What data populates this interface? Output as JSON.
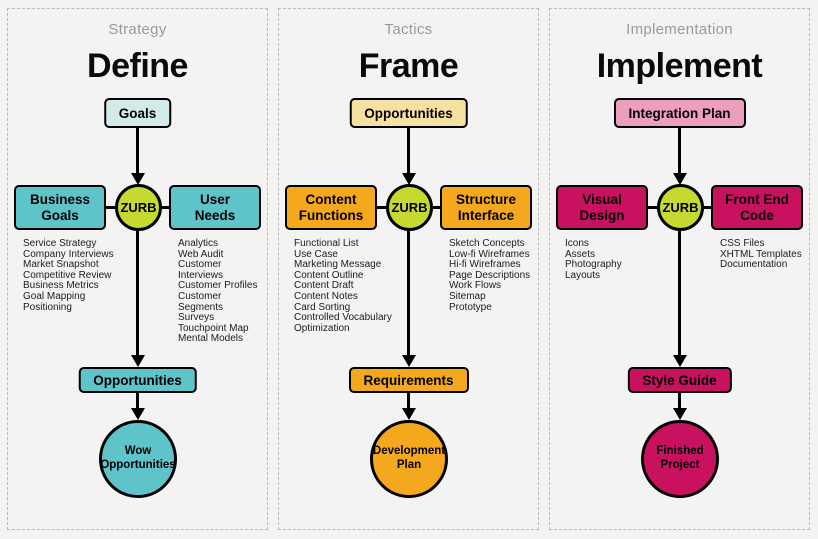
{
  "page": {
    "background_color": "#f3f3f3",
    "panel_border_color": "#b8b8b8",
    "hub_color": "#c5d930"
  },
  "columns": [
    {
      "category": "Strategy",
      "title": "Define",
      "top_box": "Goals",
      "left_box": "Business\nGoals",
      "right_box": "User\nNeeds",
      "hub": "ZURB",
      "left_list": [
        "Service Strategy",
        "Company Interviews",
        "Market Snapshot",
        "Competitive Review",
        "Business Metrics",
        "Goal Mapping",
        "Positioning"
      ],
      "right_list": [
        "Analytics",
        "Web Audit",
        "Customer Interviews",
        "Customer Profiles",
        "Customer Segments",
        "Surveys",
        "Touchpoint Map",
        "Mental Models"
      ],
      "bottom_box": "Opportunities",
      "final_circle": "Wow\nOpportunities",
      "colors": {
        "light": "#d2ebea",
        "main": "#5fc3ca",
        "hub": "#c5d930"
      }
    },
    {
      "category": "Tactics",
      "title": "Frame",
      "top_box": "Opportunities",
      "left_box": "Content\nFunctions",
      "right_box": "Structure\nInterface",
      "hub": "ZURB",
      "left_list": [
        "Functional List",
        "Use Case",
        "Marketing Message",
        "Content Outline",
        "Content Draft",
        "Content Notes",
        "Card Sorting",
        "Controlled Vocabulary",
        "Optimization"
      ],
      "right_list": [
        "Sketch Concepts",
        "Low-fi Wireframes",
        "Hi-fi Wireframes",
        "Page Descriptions",
        "Work Flows",
        "Sitemap",
        "Prototype"
      ],
      "bottom_box": "Requirements",
      "final_circle": "Development\nPlan",
      "colors": {
        "light": "#f6e0a2",
        "main": "#f4a81d",
        "hub": "#c5d930"
      }
    },
    {
      "category": "Implementation",
      "title": "Implement",
      "top_box": "Integration Plan",
      "left_box": "Visual\nDesign",
      "right_box": "Front End\nCode",
      "hub": "ZURB",
      "left_list": [
        "Icons",
        "Assets",
        "Photography",
        "Layouts"
      ],
      "right_list": [
        "CSS Files",
        "XHTML Templates",
        "Documentation"
      ],
      "bottom_box": "Style Guide",
      "final_circle": "Finished\nProject",
      "colors": {
        "light": "#ee9dbf",
        "main": "#c8115f",
        "hub": "#c5d930"
      }
    }
  ]
}
